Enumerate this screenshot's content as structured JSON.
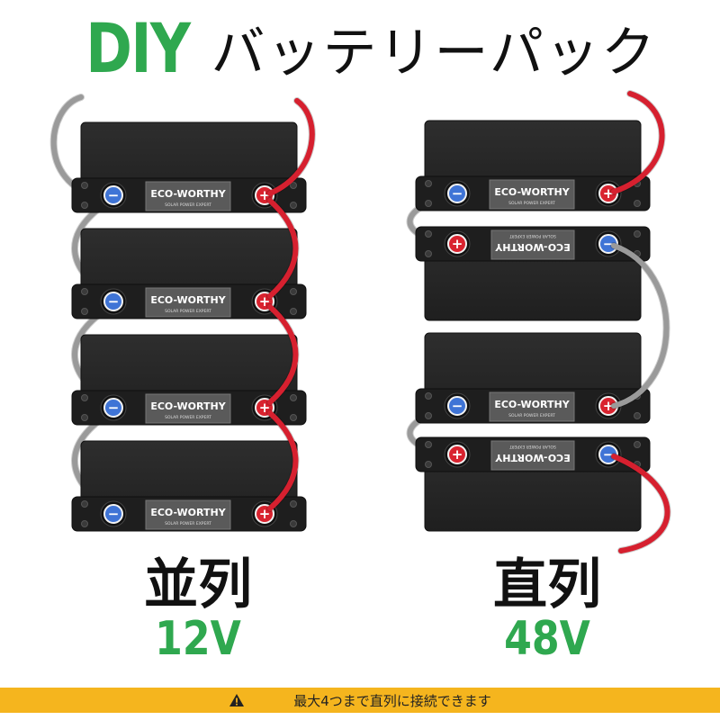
{
  "header": {
    "title_accent": "DIY",
    "title_main": "バッテリーパック"
  },
  "battery": {
    "brand": "ECO-WORTHY",
    "subtitle": "SOLAR POWER EXPERT",
    "plus_symbol": "+",
    "minus_symbol": "−"
  },
  "parallel": {
    "label": "並列",
    "voltage": "12V"
  },
  "series": {
    "label": "直列",
    "voltage": "48V"
  },
  "notice": {
    "text": "最大4つまで直列に接続できます",
    "icon": "warning-triangle-icon"
  },
  "colors": {
    "accent_green": "#2fa84f",
    "battery_body": "#262626",
    "positive_wire": "#d6202f",
    "link_wire": "#9a9a9a",
    "terminal_negative": "#3f74d6",
    "terminal_positive": "#d9232f",
    "notice_bg": "#f5b51e"
  }
}
